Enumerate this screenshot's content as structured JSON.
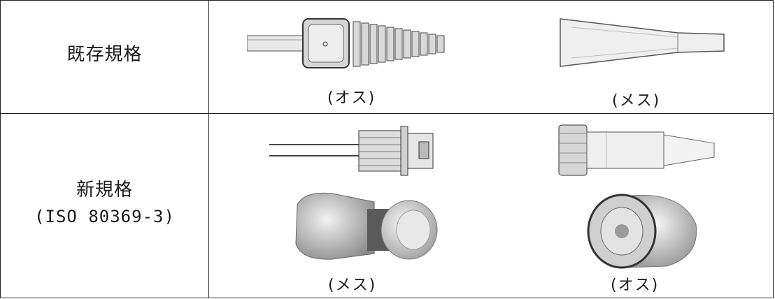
{
  "table": {
    "rows": [
      {
        "label": "既存規格",
        "sublabel": "",
        "left_caption": "(オス)",
        "right_caption": "(メス)",
        "left_icon": "male-connector-icon",
        "right_icon": "female-connector-icon"
      },
      {
        "label": "新規格",
        "sublabel": "(ISO 80369-3)",
        "left_caption": "(メス)",
        "right_caption": "(オス)",
        "left_icon": "female-connector-icon",
        "right_icon": "male-connector-icon"
      }
    ]
  }
}
